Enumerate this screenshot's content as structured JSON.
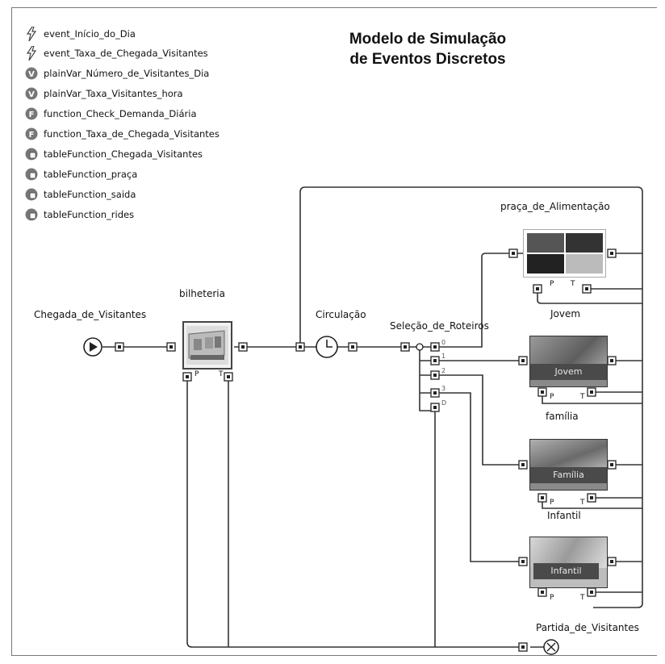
{
  "title": {
    "line1": "Modelo de Simulação",
    "line2": "de Eventos Discretos"
  },
  "legend": [
    {
      "icon": "lightning-icon",
      "label": "event_Início_do_Dia"
    },
    {
      "icon": "lightning-icon",
      "label": "event_Taxa_de_Chegada_Visitantes"
    },
    {
      "icon": "variable-icon",
      "label": "plainVar_Número_de_Visitantes_Dia"
    },
    {
      "icon": "variable-icon",
      "label": "plainVar_Taxa_Visitantes_hora"
    },
    {
      "icon": "function-icon",
      "label": "function_Check_Demanda_Diária"
    },
    {
      "icon": "function-icon",
      "label": "function_Taxa_de_Chegada_Visitantes"
    },
    {
      "icon": "table-function-icon",
      "label": "tableFunction_Chegada_Visitantes"
    },
    {
      "icon": "table-function-icon",
      "label": "tableFunction_praça"
    },
    {
      "icon": "table-function-icon",
      "label": "tableFunction_saida"
    },
    {
      "icon": "table-function-icon",
      "label": "tableFunction_rides"
    }
  ],
  "blocks": {
    "source": "Chegada_de_Visitantes",
    "ticket": "bilheteria",
    "delay": "Circulação",
    "select": "Seleção_de_Roteiros",
    "food": "praça_de_Alimentação",
    "jovem_label": "Jovem",
    "familia_label": "família",
    "infantil_label": "Infantil",
    "sink": "Partida_de_Visitantes"
  },
  "ports": {
    "p": "P",
    "t": "T"
  },
  "select_ports": [
    "0",
    "1",
    "2",
    "3",
    "D"
  ],
  "captions": {
    "jovem": "Jovem",
    "familia": "Família",
    "infantil": "Infantil"
  },
  "colors": {
    "line": "#333333",
    "caption_bg": "#4a4a4a"
  }
}
